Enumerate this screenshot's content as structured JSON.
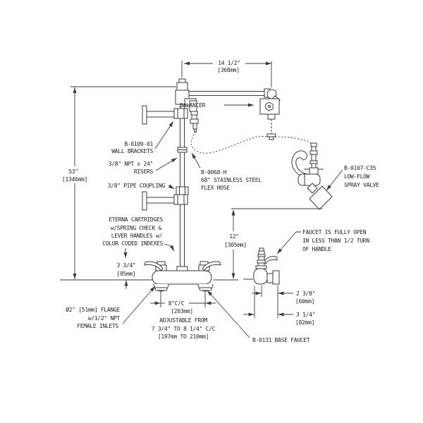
{
  "dims": {
    "width_top": [
      "14 1/2\"",
      "[368mm]"
    ],
    "height_total": [
      "53\"",
      "[1346mm]"
    ],
    "hose_height": [
      "12\"",
      "[305mm]"
    ],
    "faucet_rise": [
      "3 3/4\"",
      "[95mm]"
    ],
    "centers": [
      "8\"C/C",
      "[203mm]"
    ],
    "offset_body": [
      "2 3/8\"",
      "[60mm]"
    ],
    "offset_handle": [
      "3 1/4\"",
      "[82mm]"
    ]
  },
  "labels": {
    "balancer": "BALANCER",
    "wall_brackets": [
      "B-0109-01",
      "WALL BRACKETS"
    ],
    "risers": [
      "3/8\" NPT x 24\"",
      "RISERS"
    ],
    "pipe_coupling": "3/8\" PIPE COUPLING",
    "flex_hose": [
      "B-0068-H",
      "68\" STAINLESS STEEL",
      "FLEX HOSE"
    ],
    "spray_valve": [
      "B-0107-C35",
      "LOW-FLOW",
      "SPRAY VALVE"
    ],
    "faucet_note": [
      "FAUCET IS FULLY OPEN",
      "IN LESS THAN 1/2 TURN",
      "OF HANDLE"
    ],
    "cartridges": [
      "ETERNA CARTRIDGES",
      "w/SPRING CHECK &",
      "LEVER HANDLES w/",
      "COLOR CODED INDEXES"
    ],
    "flange": [
      "Ø2\" [51mm] FLANGE",
      "w/1/2\" NPT",
      "FEMALE INLETS"
    ],
    "adjustable": [
      "ADJUSTABLE FROM",
      "7 3/4\" TO 8 1/4\" C/C",
      "[197mm TO 210mm]"
    ],
    "base_faucet": "B-0131 BASE FAUCET"
  },
  "colors": {
    "line": "#3a3a3a",
    "text": "#1f1f1f",
    "background": "#ffffff"
  }
}
